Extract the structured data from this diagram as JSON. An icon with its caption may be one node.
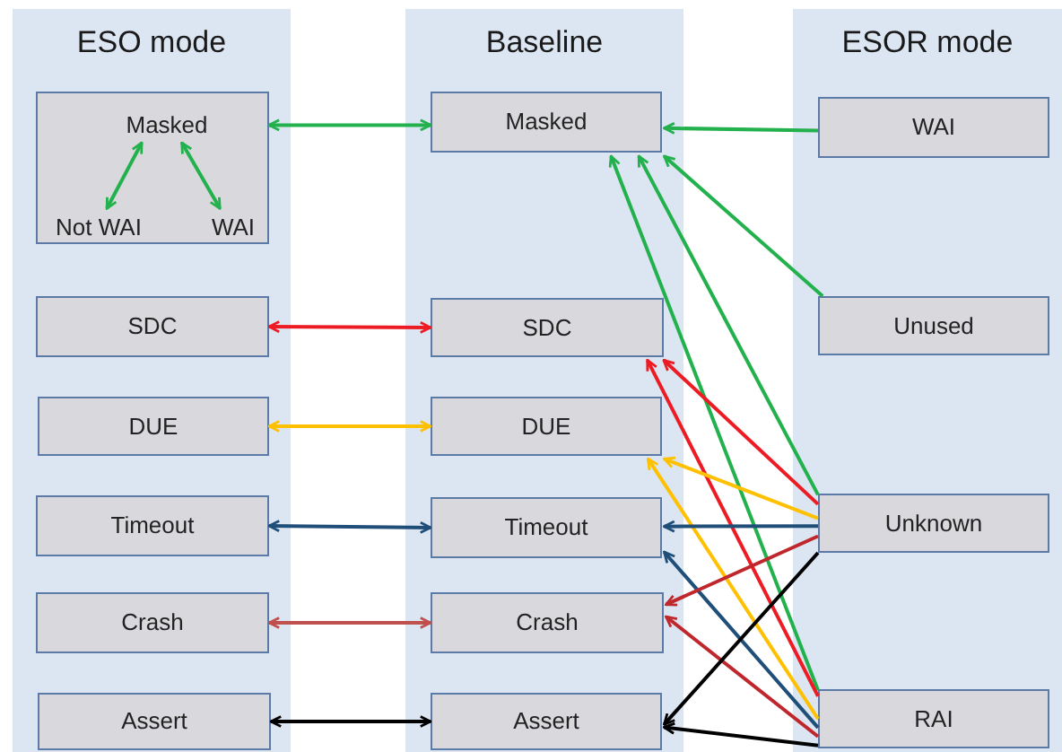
{
  "diagram": {
    "nodes": [
      {
        "text": [
          "ESO mode"
        ]
      },
      {
        "text": [],
        "shape": "box",
        "in": 0
      },
      {
        "text": [
          "Masked"
        ],
        "in": 1
      },
      {
        "text": [
          "Not WAI"
        ],
        "in": 1
      },
      {
        "text": [
          "WAI"
        ],
        "in": 1
      },
      {
        "text": [
          "SDC"
        ],
        "in": 0
      },
      {
        "text": [
          "DUE"
        ],
        "in": 0
      },
      {
        "text": [
          "Timeout"
        ],
        "in": 0
      },
      {
        "text": [
          "Crash"
        ],
        "in": 0
      },
      {
        "text": [
          "Assert"
        ],
        "in": 0
      },
      {
        "text": [
          "Baseline"
        ]
      },
      {
        "text": [
          "Masked"
        ],
        "in": 10
      },
      {
        "text": [
          "SDC"
        ],
        "in": 10
      },
      {
        "text": [
          "DUE"
        ],
        "in": 10
      },
      {
        "text": [
          "Timeout"
        ],
        "in": 10
      },
      {
        "text": [
          "Crash"
        ],
        "in": 10
      },
      {
        "text": [
          "Assert"
        ],
        "in": 10
      },
      {
        "text": [
          "ESOR mode"
        ]
      },
      {
        "text": [
          "WAI"
        ],
        "in": 17
      },
      {
        "text": [
          "Unused"
        ],
        "in": 17
      },
      {
        "text": [
          "Unknown"
        ],
        "in": 17
      },
      {
        "text": [
          "RAI"
        ],
        "in": 17
      }
    ],
    "edges": [
      {
        "from": 2,
        "to": 3,
        "arrow": "both",
        "color": "#22b14c"
      },
      {
        "from": 2,
        "to": 4,
        "arrow": "both",
        "color": "#22b14c"
      },
      {
        "from": 1,
        "to": 11,
        "arrow": "both",
        "color": "#22b14c"
      },
      {
        "from": 5,
        "to": 12,
        "arrow": "both",
        "color": "#ed1c24"
      },
      {
        "from": 6,
        "to": 13,
        "arrow": "both",
        "color": "#ffc000"
      },
      {
        "from": 7,
        "to": 14,
        "arrow": "both",
        "color": "#1f4e79"
      },
      {
        "from": 8,
        "to": 15,
        "arrow": "both",
        "color": "#c0504d"
      },
      {
        "from": 9,
        "to": 16,
        "arrow": "both",
        "color": "#000000"
      },
      {
        "from": 18,
        "to": 11,
        "arrow": "to",
        "color": "#22b14c"
      },
      {
        "from": 19,
        "to": 11,
        "arrow": "to",
        "color": "#22b14c"
      },
      {
        "from": 20,
        "to": 11,
        "arrow": "to",
        "color": "#22b14c"
      },
      {
        "from": 21,
        "to": 11,
        "arrow": "to",
        "color": "#22b14c"
      },
      {
        "from": 20,
        "to": 12,
        "arrow": "to",
        "color": "#ed1c24"
      },
      {
        "from": 21,
        "to": 12,
        "arrow": "to",
        "color": "#ed1c24"
      },
      {
        "from": 20,
        "to": 13,
        "arrow": "to",
        "color": "#ffc000"
      },
      {
        "from": 21,
        "to": 13,
        "arrow": "to",
        "color": "#ffc000"
      },
      {
        "from": 20,
        "to": 14,
        "arrow": "to",
        "color": "#1f4e79"
      },
      {
        "from": 21,
        "to": 14,
        "arrow": "to",
        "color": "#1f4e79"
      },
      {
        "from": 20,
        "to": 15,
        "arrow": "to",
        "color": "#c0272d"
      },
      {
        "from": 21,
        "to": 15,
        "arrow": "to",
        "color": "#c0272d"
      },
      {
        "from": 20,
        "to": 16,
        "arrow": "to",
        "color": "#000000"
      },
      {
        "from": 21,
        "to": 16,
        "arrow": "to",
        "color": "#000000"
      }
    ]
  }
}
